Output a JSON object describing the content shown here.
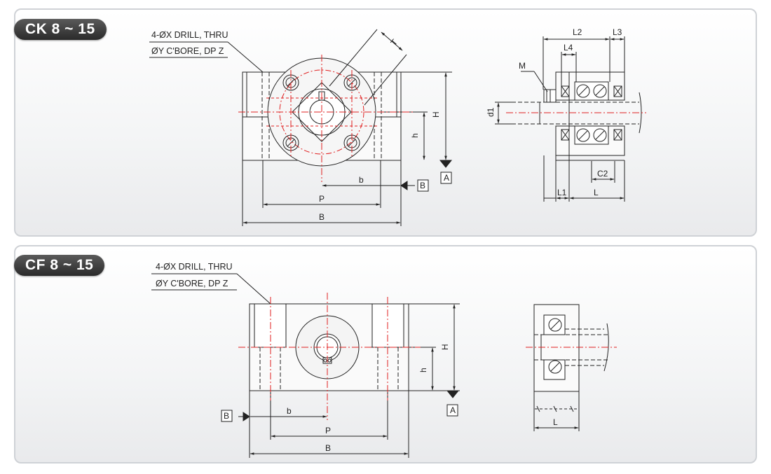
{
  "ck": {
    "title": "CK  8 ~ 15",
    "note_line1": "4-ØX DRILL, THRU",
    "note_line2": "ØY C'BORE, DP Z",
    "dims": {
      "T": "T",
      "H": "H",
      "h": "h",
      "b": "b",
      "P": "P",
      "B": "B",
      "datum_A": "A",
      "datum_B": "B",
      "L2": "L2",
      "L3": "L3",
      "L4": "L4",
      "M": "M",
      "d1": "d1",
      "C2": "C2",
      "L1": "L1",
      "L": "L"
    }
  },
  "cf": {
    "title": "CF  8 ~ 15",
    "note_line1": "4-ØX DRILL, THRU",
    "note_line2": "ØY C'BORE, DP Z",
    "dims": {
      "H": "H",
      "h": "h",
      "b": "b",
      "P": "P",
      "B": "B",
      "datum_A": "A",
      "datum_B": "B",
      "L": "L"
    }
  },
  "colors": {
    "line": "#222222",
    "center": "#e02020",
    "panel_border": "#cfd2d6",
    "badge": "#333333"
  }
}
